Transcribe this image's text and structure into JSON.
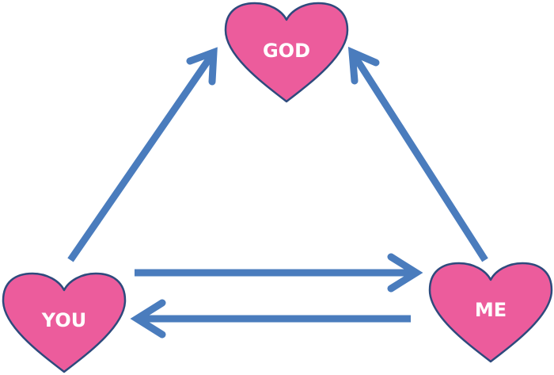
{
  "colors": {
    "heart_fill": "#ec5c9c",
    "heart_stroke": "#2e4a7d",
    "arrow": "#4a7cbd",
    "label": "#ffffff"
  },
  "nodes": {
    "god": {
      "label": "GOD"
    },
    "you": {
      "label": "YOU"
    },
    "me": {
      "label": "ME"
    }
  },
  "edges": [
    {
      "from": "you",
      "to": "god"
    },
    {
      "from": "me",
      "to": "god"
    },
    {
      "from": "you",
      "to": "me"
    },
    {
      "from": "me",
      "to": "you"
    }
  ]
}
